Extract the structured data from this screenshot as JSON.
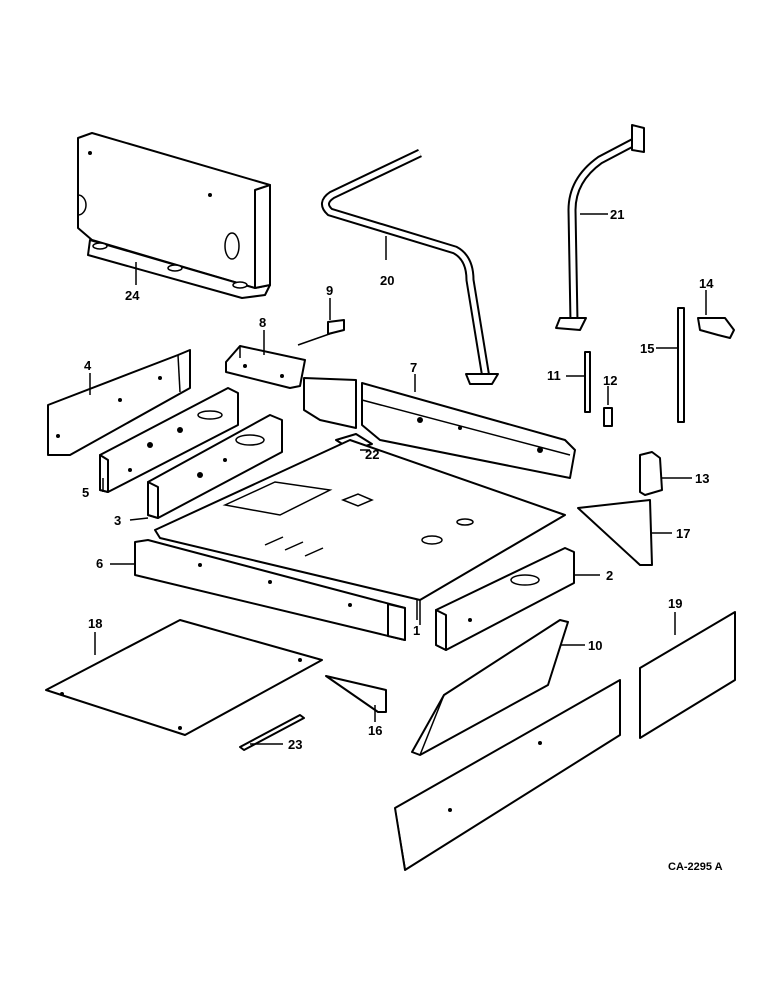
{
  "callouts": [
    "1",
    "2",
    "3",
    "4",
    "5",
    "6",
    "7",
    "8",
    "9",
    "10",
    "11",
    "12",
    "13",
    "14",
    "15",
    "16",
    "17",
    "18",
    "19",
    "20",
    "21",
    "22",
    "23",
    "24"
  ],
  "drawing_code": "CA-2295 A",
  "colors": {
    "ink": "#000000",
    "paper": "#ffffff"
  }
}
